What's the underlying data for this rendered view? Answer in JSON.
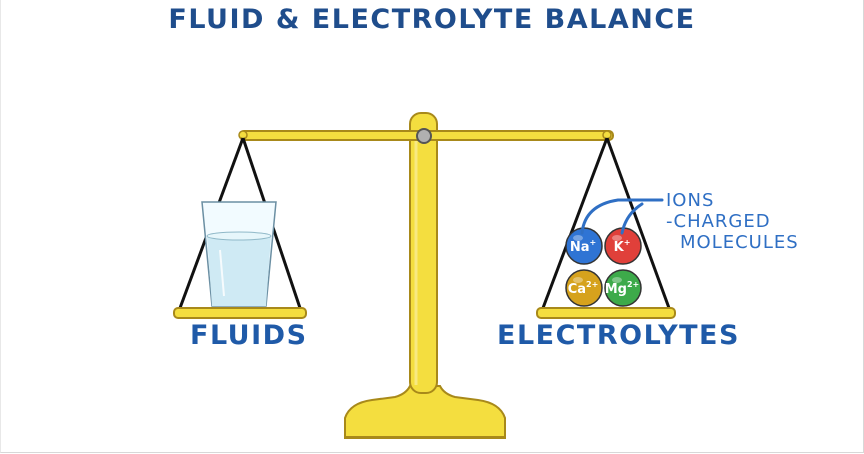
{
  "title": "FLUID & ELECTROLYTE BALANCE",
  "labels": {
    "fluids": "FLUIDS",
    "electrolytes": "ELECTROLYTES"
  },
  "annotation": {
    "ions": "IONS",
    "charged": "-CHARGED",
    "molecules": "MOLECULES"
  },
  "ions": [
    {
      "symbol": "Na",
      "charge": "+",
      "color": "#2f74d4"
    },
    {
      "symbol": "K",
      "charge": "+",
      "color": "#e0403a"
    },
    {
      "symbol": "Ca",
      "charge": "2+",
      "color": "#d6a21d"
    },
    {
      "symbol": "Mg",
      "charge": "2+",
      "color": "#3daa4a"
    }
  ],
  "colors": {
    "scale_gold": "#f4de3f",
    "scale_outline": "#a8891a",
    "title_blue": "#1f4d8c",
    "label_blue": "#1f5aa8",
    "annotation_blue": "#2f6fc4"
  }
}
